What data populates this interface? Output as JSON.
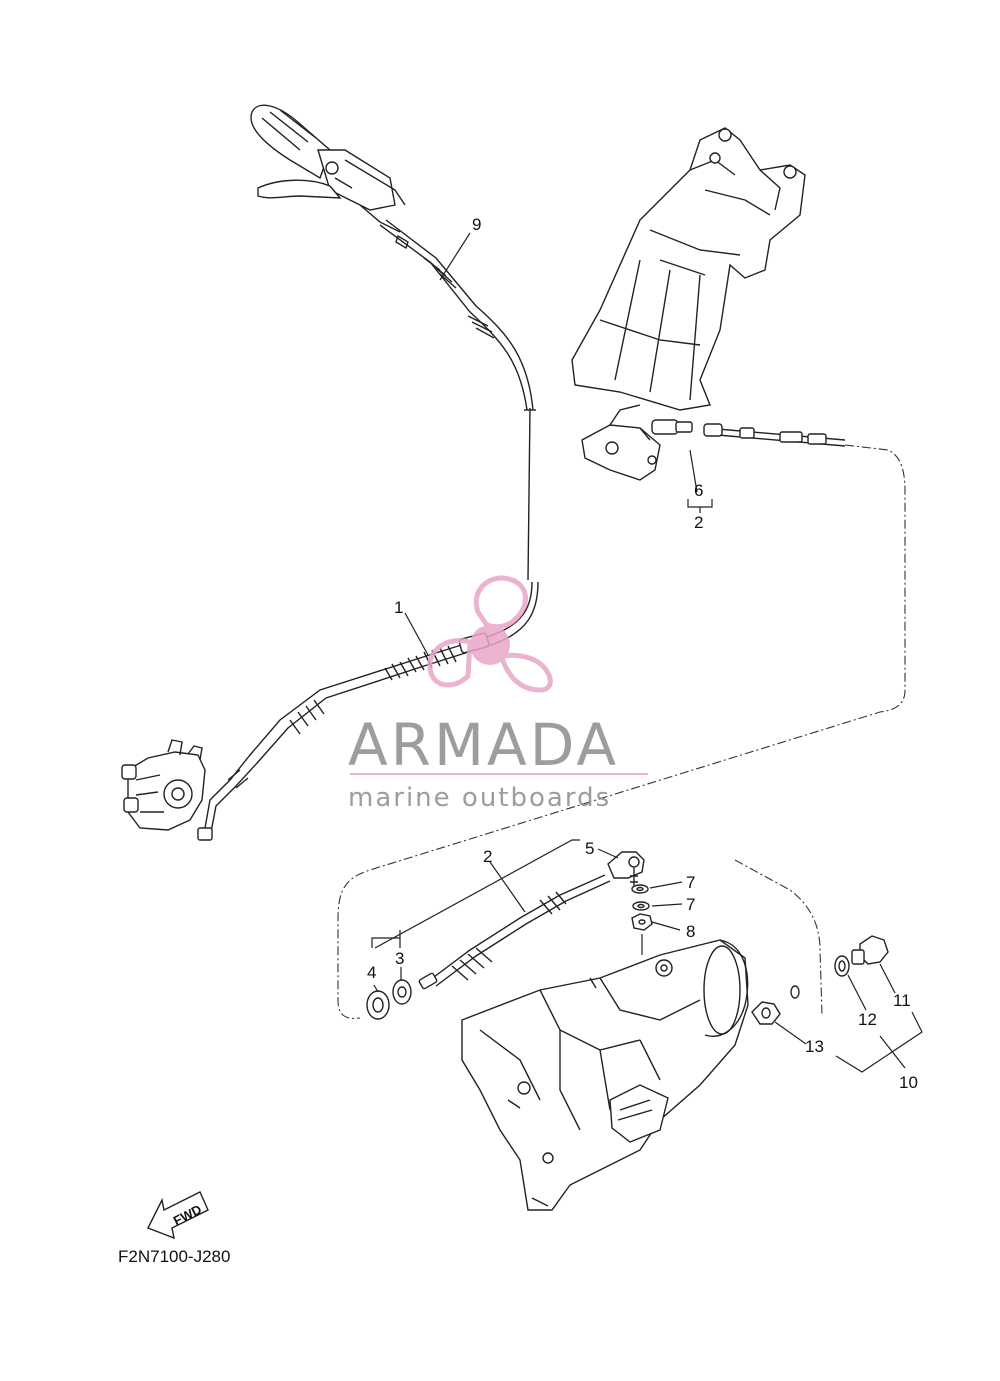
{
  "callouts": {
    "c1": "1",
    "c2a": "2",
    "c2b": "2",
    "c3": "3",
    "c4": "4",
    "c5": "5",
    "c6": "6",
    "c7a": "7",
    "c7b": "7",
    "c8": "8",
    "c9": "9",
    "c10": "10",
    "c11": "11",
    "c12": "12",
    "c13": "13"
  },
  "diagram_code": "F2N7100-J280",
  "fwd_label": "FWD",
  "watermark": {
    "brand": "ARMADA",
    "tagline": "marine outboards",
    "colors": {
      "logo_pink": "#e8a6c8",
      "text_gray": "#8c8c8c"
    }
  }
}
